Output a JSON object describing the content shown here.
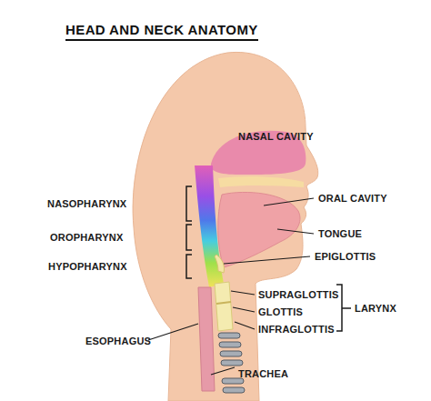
{
  "diagram": {
    "title": "HEAD AND NECK ANATOMY",
    "labels": [
      "NASAL CAVITY",
      "NASOPHARYNX",
      "OROPHARYNX",
      "HYPOPHARYNX",
      "ORAL CAVITY",
      "TONGUE",
      "EPIGLOTTIS",
      "SUPRAGLOTTIS",
      "GLOTTIS",
      "INFRAGLOTTIS",
      "LARYNX",
      "ESOPHAGUS",
      "TRACHEA"
    ]
  }
}
